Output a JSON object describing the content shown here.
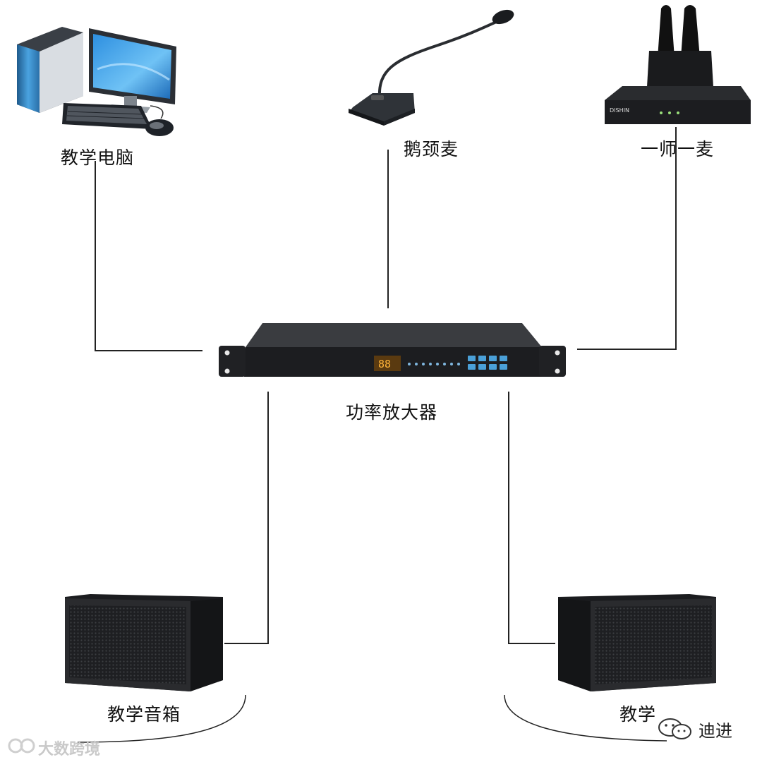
{
  "nodes": {
    "computer": "教学电脑",
    "gooseneck_mic": "鹅颈麦",
    "wireless_mic": "一师一麦",
    "amplifier": "功率放大器",
    "speaker_left": "教学音箱",
    "speaker_right": "教学"
  },
  "watermarks": {
    "left": "大数跨境",
    "right": "迪进"
  },
  "device_text": {
    "receiver_brand": "DISHIN",
    "amp_display": "88"
  }
}
